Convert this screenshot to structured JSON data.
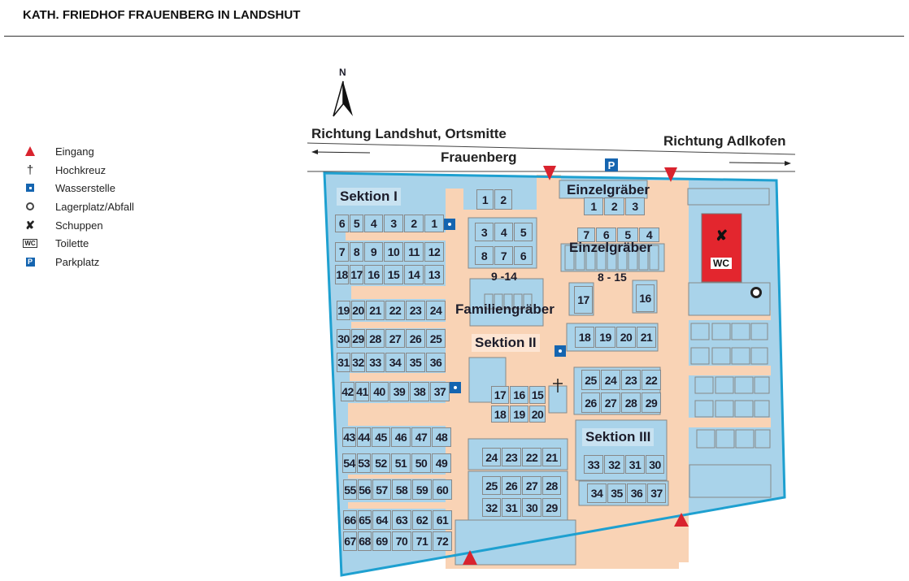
{
  "header": {
    "title": "KATH. FRIEDHOF FRAUENBERG IN LANDSHUT"
  },
  "legend": [
    {
      "icon": "entrance-triangle-icon",
      "label": "Eingang"
    },
    {
      "icon": "cross-icon",
      "label": "Hochkreuz"
    },
    {
      "icon": "water-point-icon",
      "label": "Wasserstelle"
    },
    {
      "icon": "waste-storage-icon",
      "label": "Lagerplatz/Abfall"
    },
    {
      "icon": "shed-icon",
      "label": "Schuppen"
    },
    {
      "icon": "wc-icon",
      "label": "Toilette",
      "glyph": "WC"
    },
    {
      "icon": "parking-icon",
      "label": "Parkplatz",
      "glyph": "P"
    }
  ],
  "map": {
    "north": "N",
    "direction_left": "Richtung Landshut, Ortsmitte",
    "direction_right": "Richtung Adlkofen",
    "street": "Frauenberg",
    "parking": "P",
    "wc": "WC",
    "sections": {
      "s1": "Sektion I",
      "s2": "Sektion II",
      "s3": "Sektion III"
    },
    "labels": {
      "einzel1": "Einzelgräber",
      "einzel2": "Einzelgräber",
      "range_einzel": "8 - 15",
      "range_family": "9 -14",
      "family": "Familiengräber"
    },
    "colors": {
      "path": "#f9d3b5",
      "area": "#a9d3ea",
      "border": "#1ea0d0",
      "entrance": "#d9232e",
      "shed": "#e3262e",
      "water": "#1565b0"
    }
  },
  "plots": [
    [
      "6",
      "5",
      "4",
      "3",
      "2",
      "1"
    ],
    [
      "7",
      "8",
      "9",
      "10",
      "11",
      "12"
    ],
    [
      "18",
      "17",
      "16",
      "15",
      "14",
      "13"
    ],
    [
      "19",
      "20",
      "21",
      "22",
      "23",
      "24"
    ],
    [
      "30",
      "29",
      "28",
      "27",
      "26",
      "25"
    ],
    [
      "31",
      "32",
      "33",
      "34",
      "35",
      "36"
    ],
    [
      "42",
      "41",
      "40",
      "39",
      "38",
      "37"
    ],
    [
      "43",
      "44",
      "45",
      "46",
      "47",
      "48"
    ],
    [
      "54",
      "53",
      "52",
      "51",
      "50",
      "49"
    ],
    [
      "55",
      "56",
      "57",
      "58",
      "59",
      "60"
    ],
    [
      "66",
      "65",
      "64",
      "63",
      "62",
      "61"
    ],
    [
      "67",
      "68",
      "69",
      "70",
      "71",
      "72"
    ],
    [
      "1",
      "2"
    ],
    [
      "3",
      "4",
      "5"
    ],
    [
      "8",
      "7",
      "6"
    ],
    [
      "17",
      "16",
      "15"
    ],
    [
      "18",
      "19",
      "20"
    ],
    [
      "24",
      "23",
      "22",
      "21"
    ],
    [
      "25",
      "26",
      "27",
      "28"
    ],
    [
      "32",
      "31",
      "30",
      "29"
    ],
    [
      "1",
      "2",
      "3"
    ],
    [
      "7",
      "6",
      "5",
      "4"
    ],
    [
      "17"
    ],
    [
      "16"
    ],
    [
      "18",
      "19",
      "20",
      "21"
    ],
    [
      "25",
      "24",
      "23",
      "22"
    ],
    [
      "26",
      "27",
      "28",
      "29"
    ],
    [
      "33",
      "32",
      "31",
      "30"
    ],
    [
      "34",
      "35",
      "36",
      "37"
    ]
  ]
}
